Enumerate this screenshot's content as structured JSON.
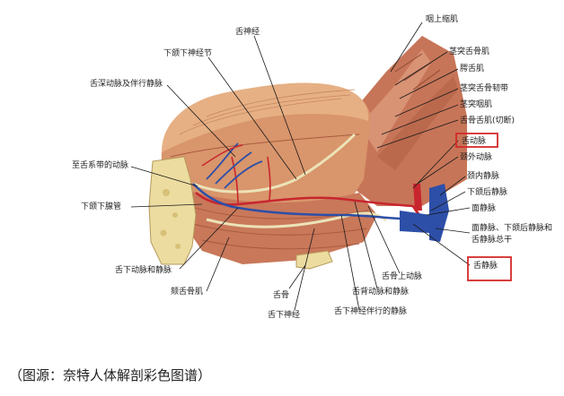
{
  "labels": {
    "pharyngeal_constrictor": "咽上缩肌",
    "styloglossus": "茎突舌骨肌",
    "palatoglossus": "腭舌肌",
    "stylohyoid_ligament": "茎突舌骨韧带",
    "stylopharyngeus": "茎突咽肌",
    "hyoglossus_cut": "舌骨舌肌(切断)",
    "lingual_artery": "舌动脉",
    "external_carotid": "颈外动脉",
    "internal_jugular": "颈内静脉",
    "retromandibular_vein": "下颌后静脉",
    "facial_vein": "面静脉",
    "common_trunk_line1": "面静脉、下颌后静脉和",
    "common_trunk_line2": "舌静脉总干",
    "lingual_vein": "舌静脉",
    "lingual_nerve": "舌神经",
    "submandibular_ganglion": "下颌下神经节",
    "deep_lingual": "舌深动脉及伴行静脉",
    "frenulum_artery": "至舌系带的动脉",
    "submandibular_duct": "下颌下腺管",
    "sublingual_vessels": "舌下动脉和静脉",
    "genioglossus": "颏舌骨肌",
    "hyoid": "舌骨",
    "hypoglossal_nerve": "舌下神经",
    "suprahyoid_artery": "舌骨上动脉",
    "dorsal_lingual": "舌背动脉和静脉",
    "hypoglossal_comitant": "舌下神经伴行的静脉"
  },
  "highlighted": [
    "舌动脉",
    "舌静脉"
  ],
  "caption": "（图源：奈特人体解剖彩色图谱）",
  "colors": {
    "tongue": "#d9956b",
    "muscle": "#c9785a",
    "bone": "#ecdca0",
    "artery": "#c8262e",
    "vein": "#2d4fa8",
    "nerve": "#ece3b8",
    "highlight": "#d42a2a"
  }
}
